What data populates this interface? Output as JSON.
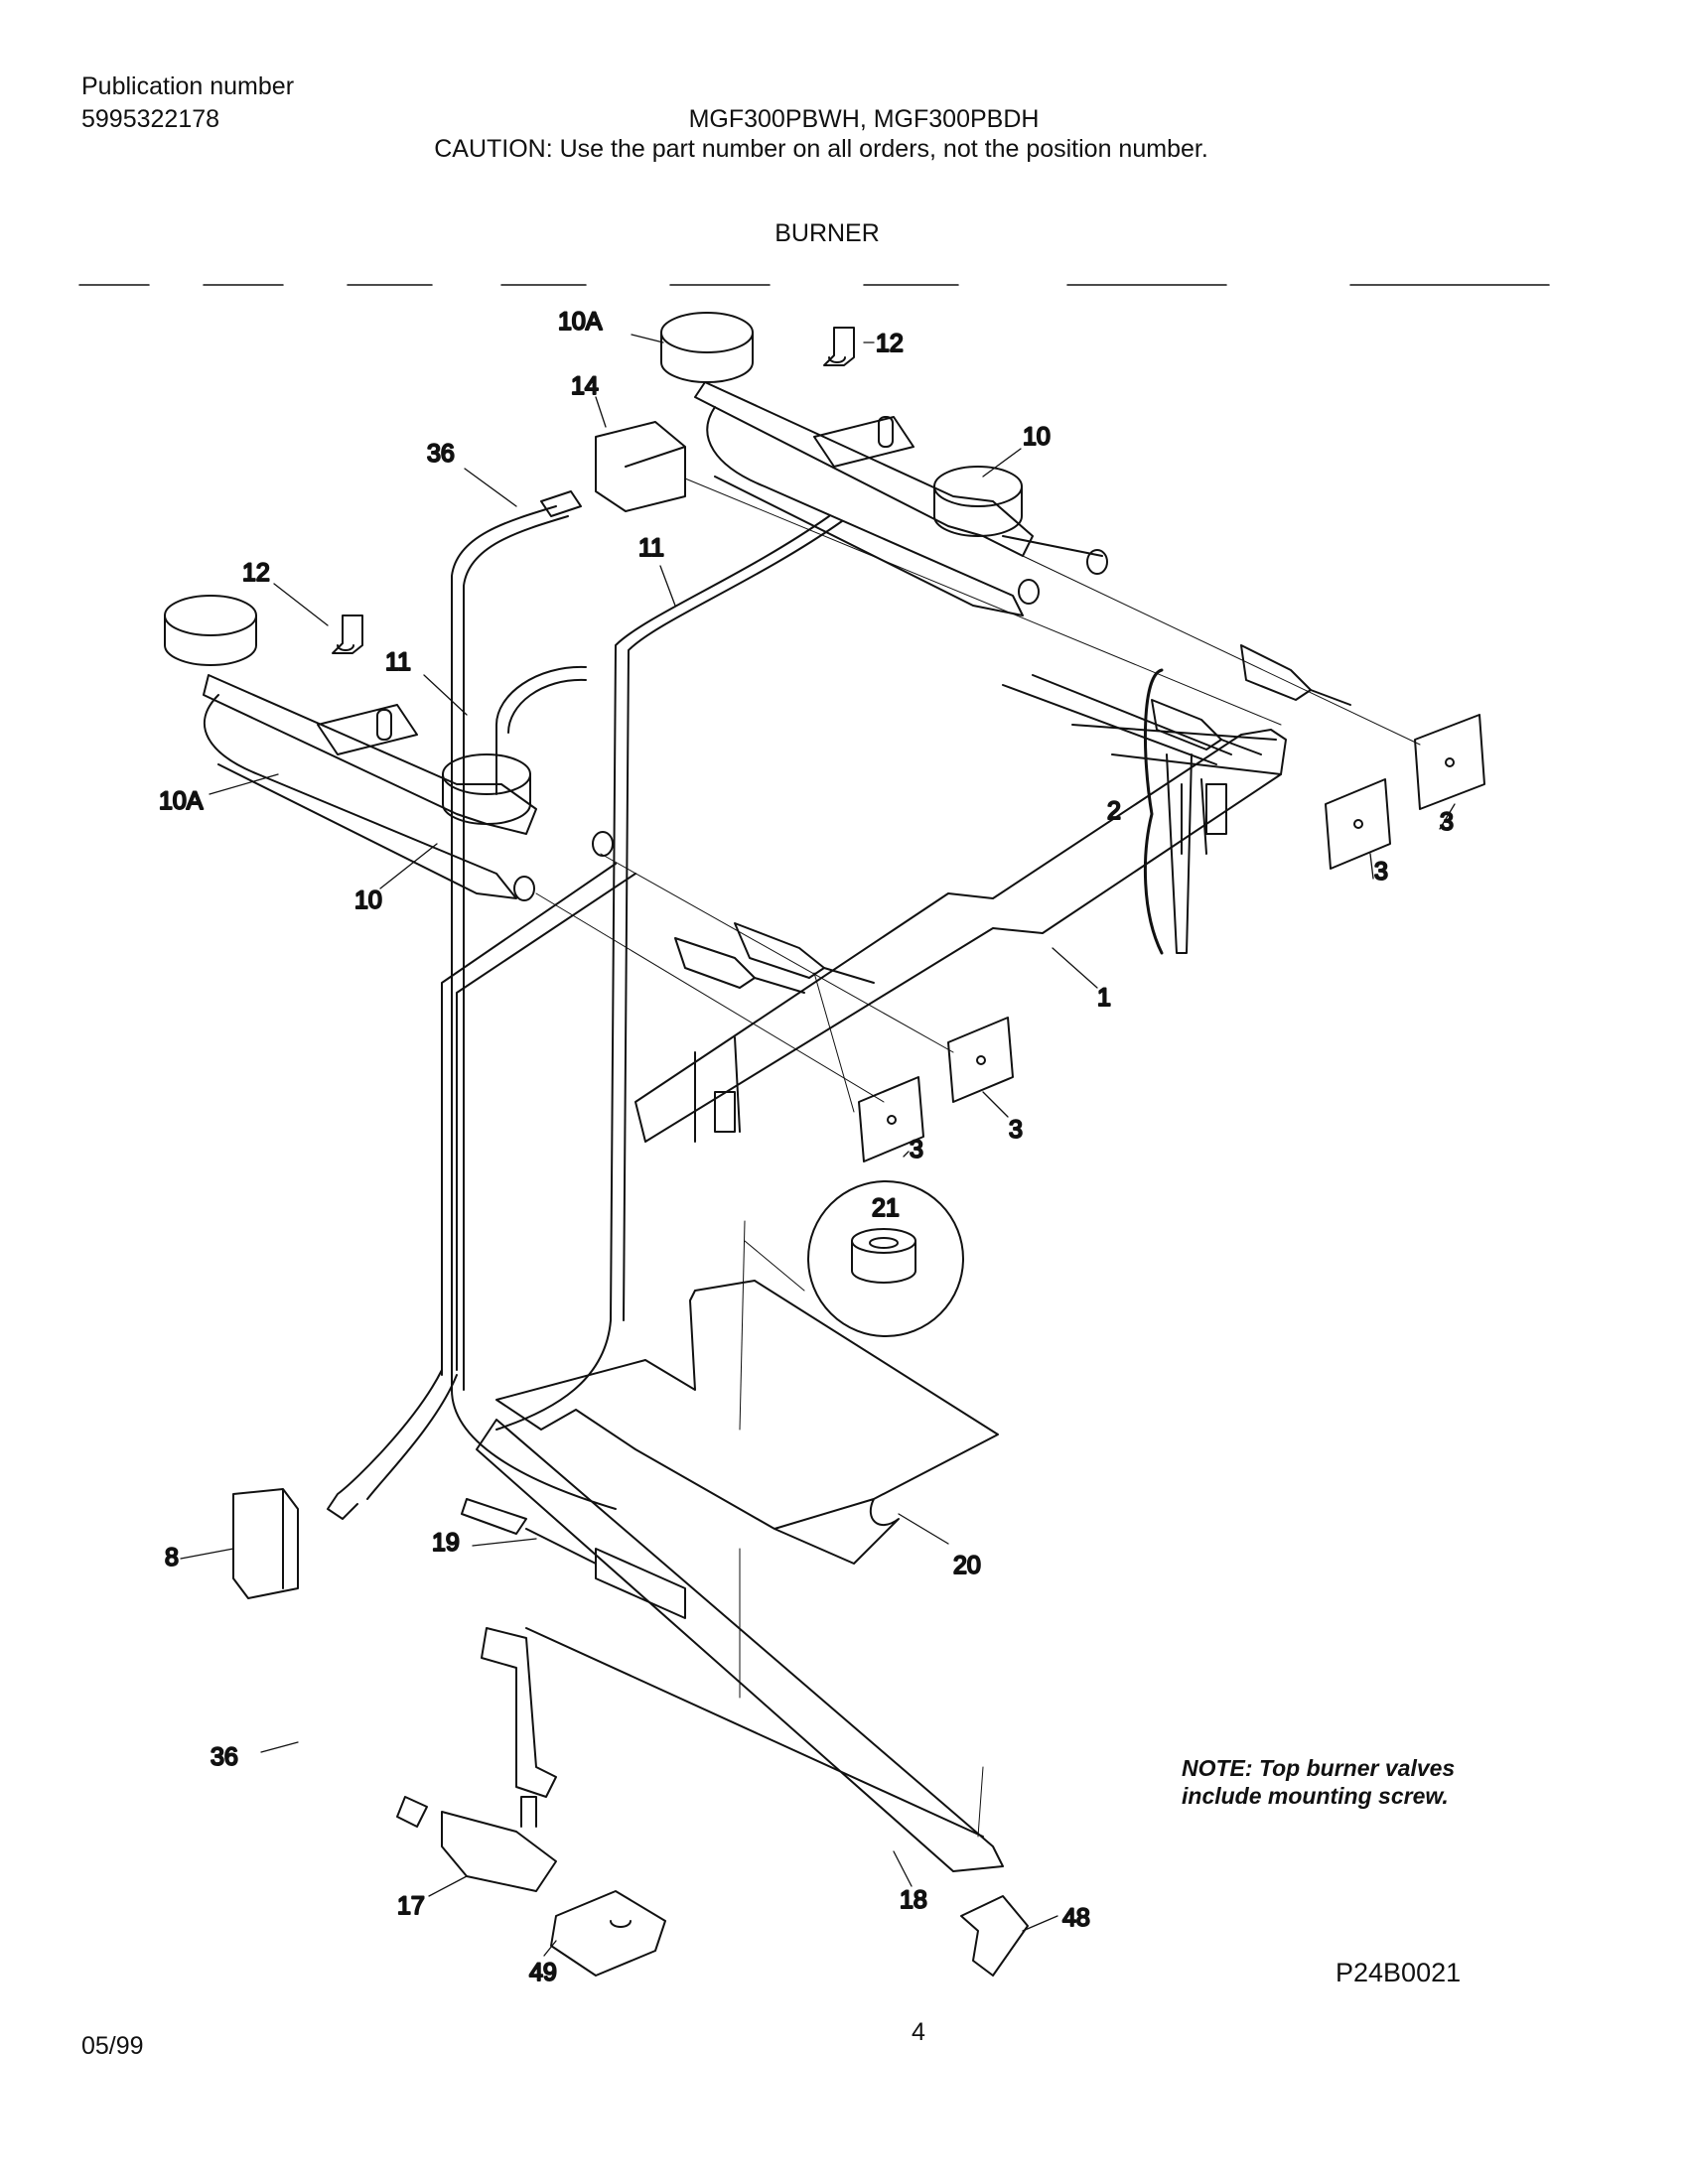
{
  "header": {
    "publication_label": "Publication number",
    "publication_number": "5995322178",
    "models": "MGF300PBWH, MGF300PBDH",
    "caution": "CAUTION:  Use the part number on all orders, not the position number.",
    "section_title": "BURNER"
  },
  "callouts": {
    "c10A_top": "10A",
    "c12_top": "12",
    "c14": "14",
    "c36_top": "36",
    "c10_right": "10",
    "c11_top": "11",
    "c12_left": "12",
    "c11_left": "11",
    "c10A_left": "10A",
    "c10_left": "10",
    "c2": "2",
    "c3_a": "3",
    "c3_b": "3",
    "c1": "1",
    "c3_c": "3",
    "c3_d": "3",
    "c21": "21",
    "c8": "8",
    "c19": "19",
    "c20": "20",
    "c36_bottom": "36",
    "c17": "17",
    "c18": "18",
    "c48": "48",
    "c49": "49"
  },
  "note": {
    "line1": "NOTE: Top burner valves",
    "line2": "include mounting screw."
  },
  "figure_code": "P24B0021",
  "footer": {
    "date": "05/99",
    "page_number": "4"
  }
}
